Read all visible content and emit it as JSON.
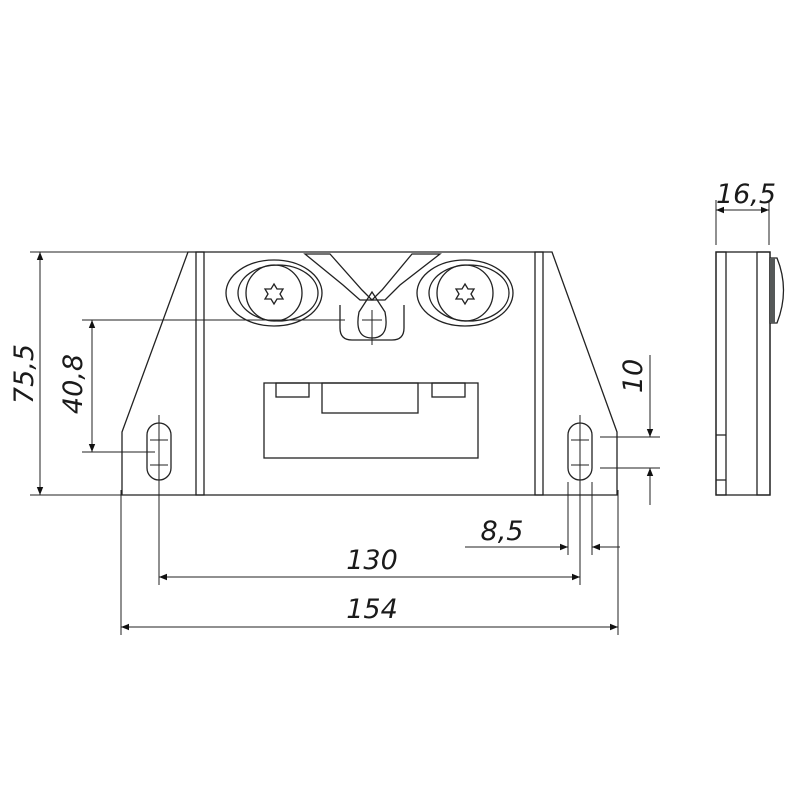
{
  "drawing": {
    "view_front": "front-view",
    "view_side": "side-view",
    "colors": {
      "body": "#dcdce2",
      "dark_part": "#555858",
      "line": "#222222",
      "highlight": "#f2f2f4"
    },
    "dimensions": {
      "height_total": "75,5",
      "height_pin": "40,8",
      "slot_length": "10",
      "slot_width": "8,5",
      "hole_spacing": "130",
      "width_total": "154",
      "depth": "16,5"
    }
  }
}
